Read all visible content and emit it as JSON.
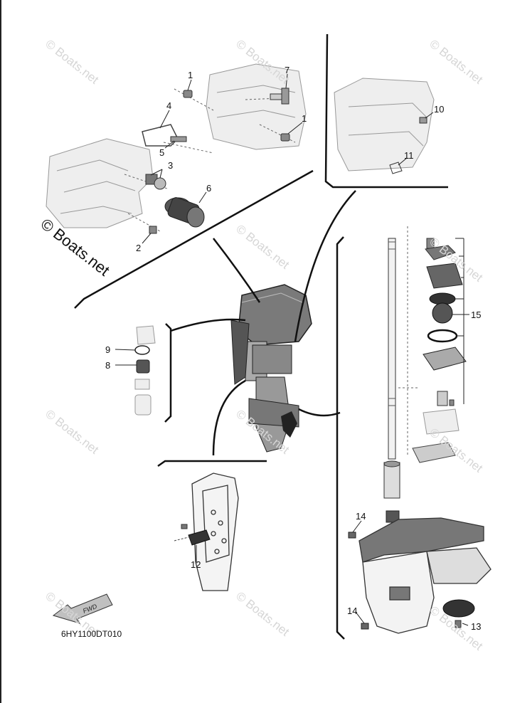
{
  "diagram": {
    "drawing_code": "6HY1100DT010",
    "watermark_text": "© Boats.net",
    "fwd_label": "FWD",
    "callouts": [
      "1",
      "7",
      "4",
      "1",
      "5",
      "3",
      "6",
      "2",
      "10",
      "11",
      "9",
      "8",
      "15",
      "12",
      "14",
      "14",
      "13"
    ]
  }
}
